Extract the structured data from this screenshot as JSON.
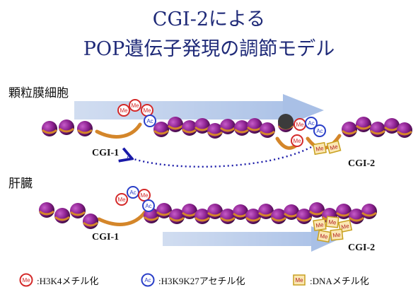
{
  "title": {
    "line1": "CGI-2による",
    "line2": "POP遺伝子発現の調節モデル"
  },
  "sections": [
    {
      "label": "顆粒膜細胞",
      "cgi_left": "CGI-1",
      "cgi_right": "CGI-2"
    },
    {
      "label": "肝臓",
      "cgi_left": "CGI-1",
      "cgi_right": "CGI-2"
    }
  ],
  "marks": {
    "me": "Me",
    "ac": "Ac"
  },
  "legend": [
    {
      "badge": "Me",
      "text": ":H3K4メチル化",
      "color": "#d42a2a"
    },
    {
      "badge": "Ac",
      "text": ":H3K9K27アセチル化",
      "color": "#2a3fc8"
    },
    {
      "badge": "Me",
      "text": ":DNAメチル化",
      "color": "#c8a020"
    }
  ],
  "colors": {
    "title": "#1f2a78",
    "nucleosome": "#8a1f8e",
    "dna": "#d4862a",
    "arrow": "#b9cbe8",
    "dotted_arrow": "#1a1aa8"
  }
}
